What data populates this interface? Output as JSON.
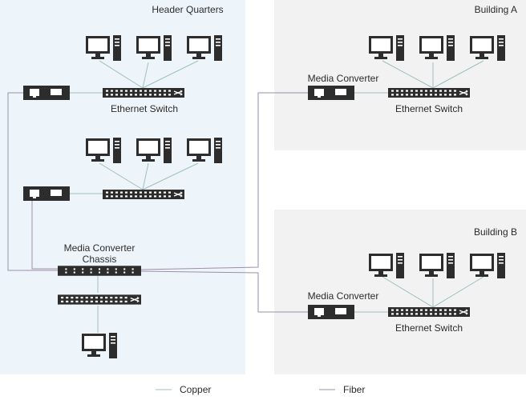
{
  "zones": {
    "hq": "Header Quarters",
    "building_a": "Building A",
    "building_b": "Building B"
  },
  "labels": {
    "switch_hq_top": "Ethernet Switch",
    "switch_a": "Ethernet Switch",
    "switch_b": "Ethernet Switch",
    "converter_a": "Media Converter",
    "converter_b": "Media Converter",
    "chassis_line1": "Media Converter",
    "chassis_line2": "Chassis"
  },
  "legend": {
    "copper": "Copper",
    "fiber": "Fiber"
  },
  "colors": {
    "hq_bg": "#eef5fa",
    "building_bg": "#f2f2f2",
    "copper": "#9fbfbf",
    "fiber": "#9a8fa8",
    "device": "#2d2d2d"
  }
}
